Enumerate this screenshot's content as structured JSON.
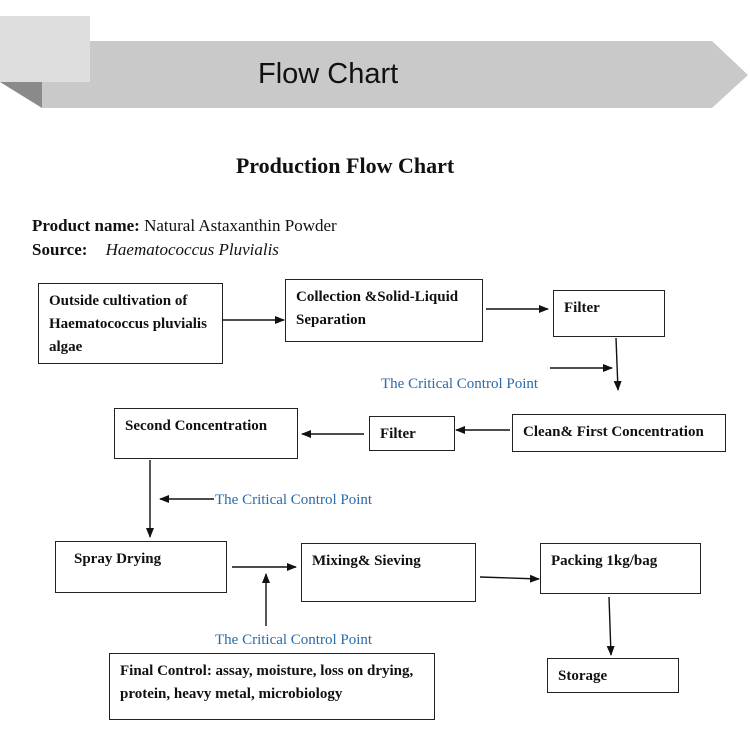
{
  "banner": {
    "title": "Flow Chart"
  },
  "diagram": {
    "title": "Production Flow Chart",
    "product_label": "Product name:",
    "product_value": "Natural Astaxanthin Powder",
    "source_label": "Source:",
    "source_value": "Haematococcus Pluvialis"
  },
  "nodes": {
    "outside_cultivation": "Outside cultivation of Haematococcus pluvialis algae",
    "collection": "Collection &Solid-Liquid Separation",
    "filter_1": "Filter",
    "clean_first": "Clean& First Concentration",
    "filter_2": "Filter",
    "second_concentration": "Second Concentration",
    "spray_drying": "Spray Drying",
    "mixing_sieving": "Mixing& Sieving",
    "packing": "Packing 1kg/bag",
    "storage": "Storage",
    "final_control": "Final Control: assay, moisture, loss on drying, protein, heavy metal, microbiology"
  },
  "critical_control_point": "The Critical Control Point",
  "colors": {
    "ccp_text": "#2a6aa8",
    "banner_light": "#d4d4d4",
    "banner_dark": "#c8c8c8"
  }
}
